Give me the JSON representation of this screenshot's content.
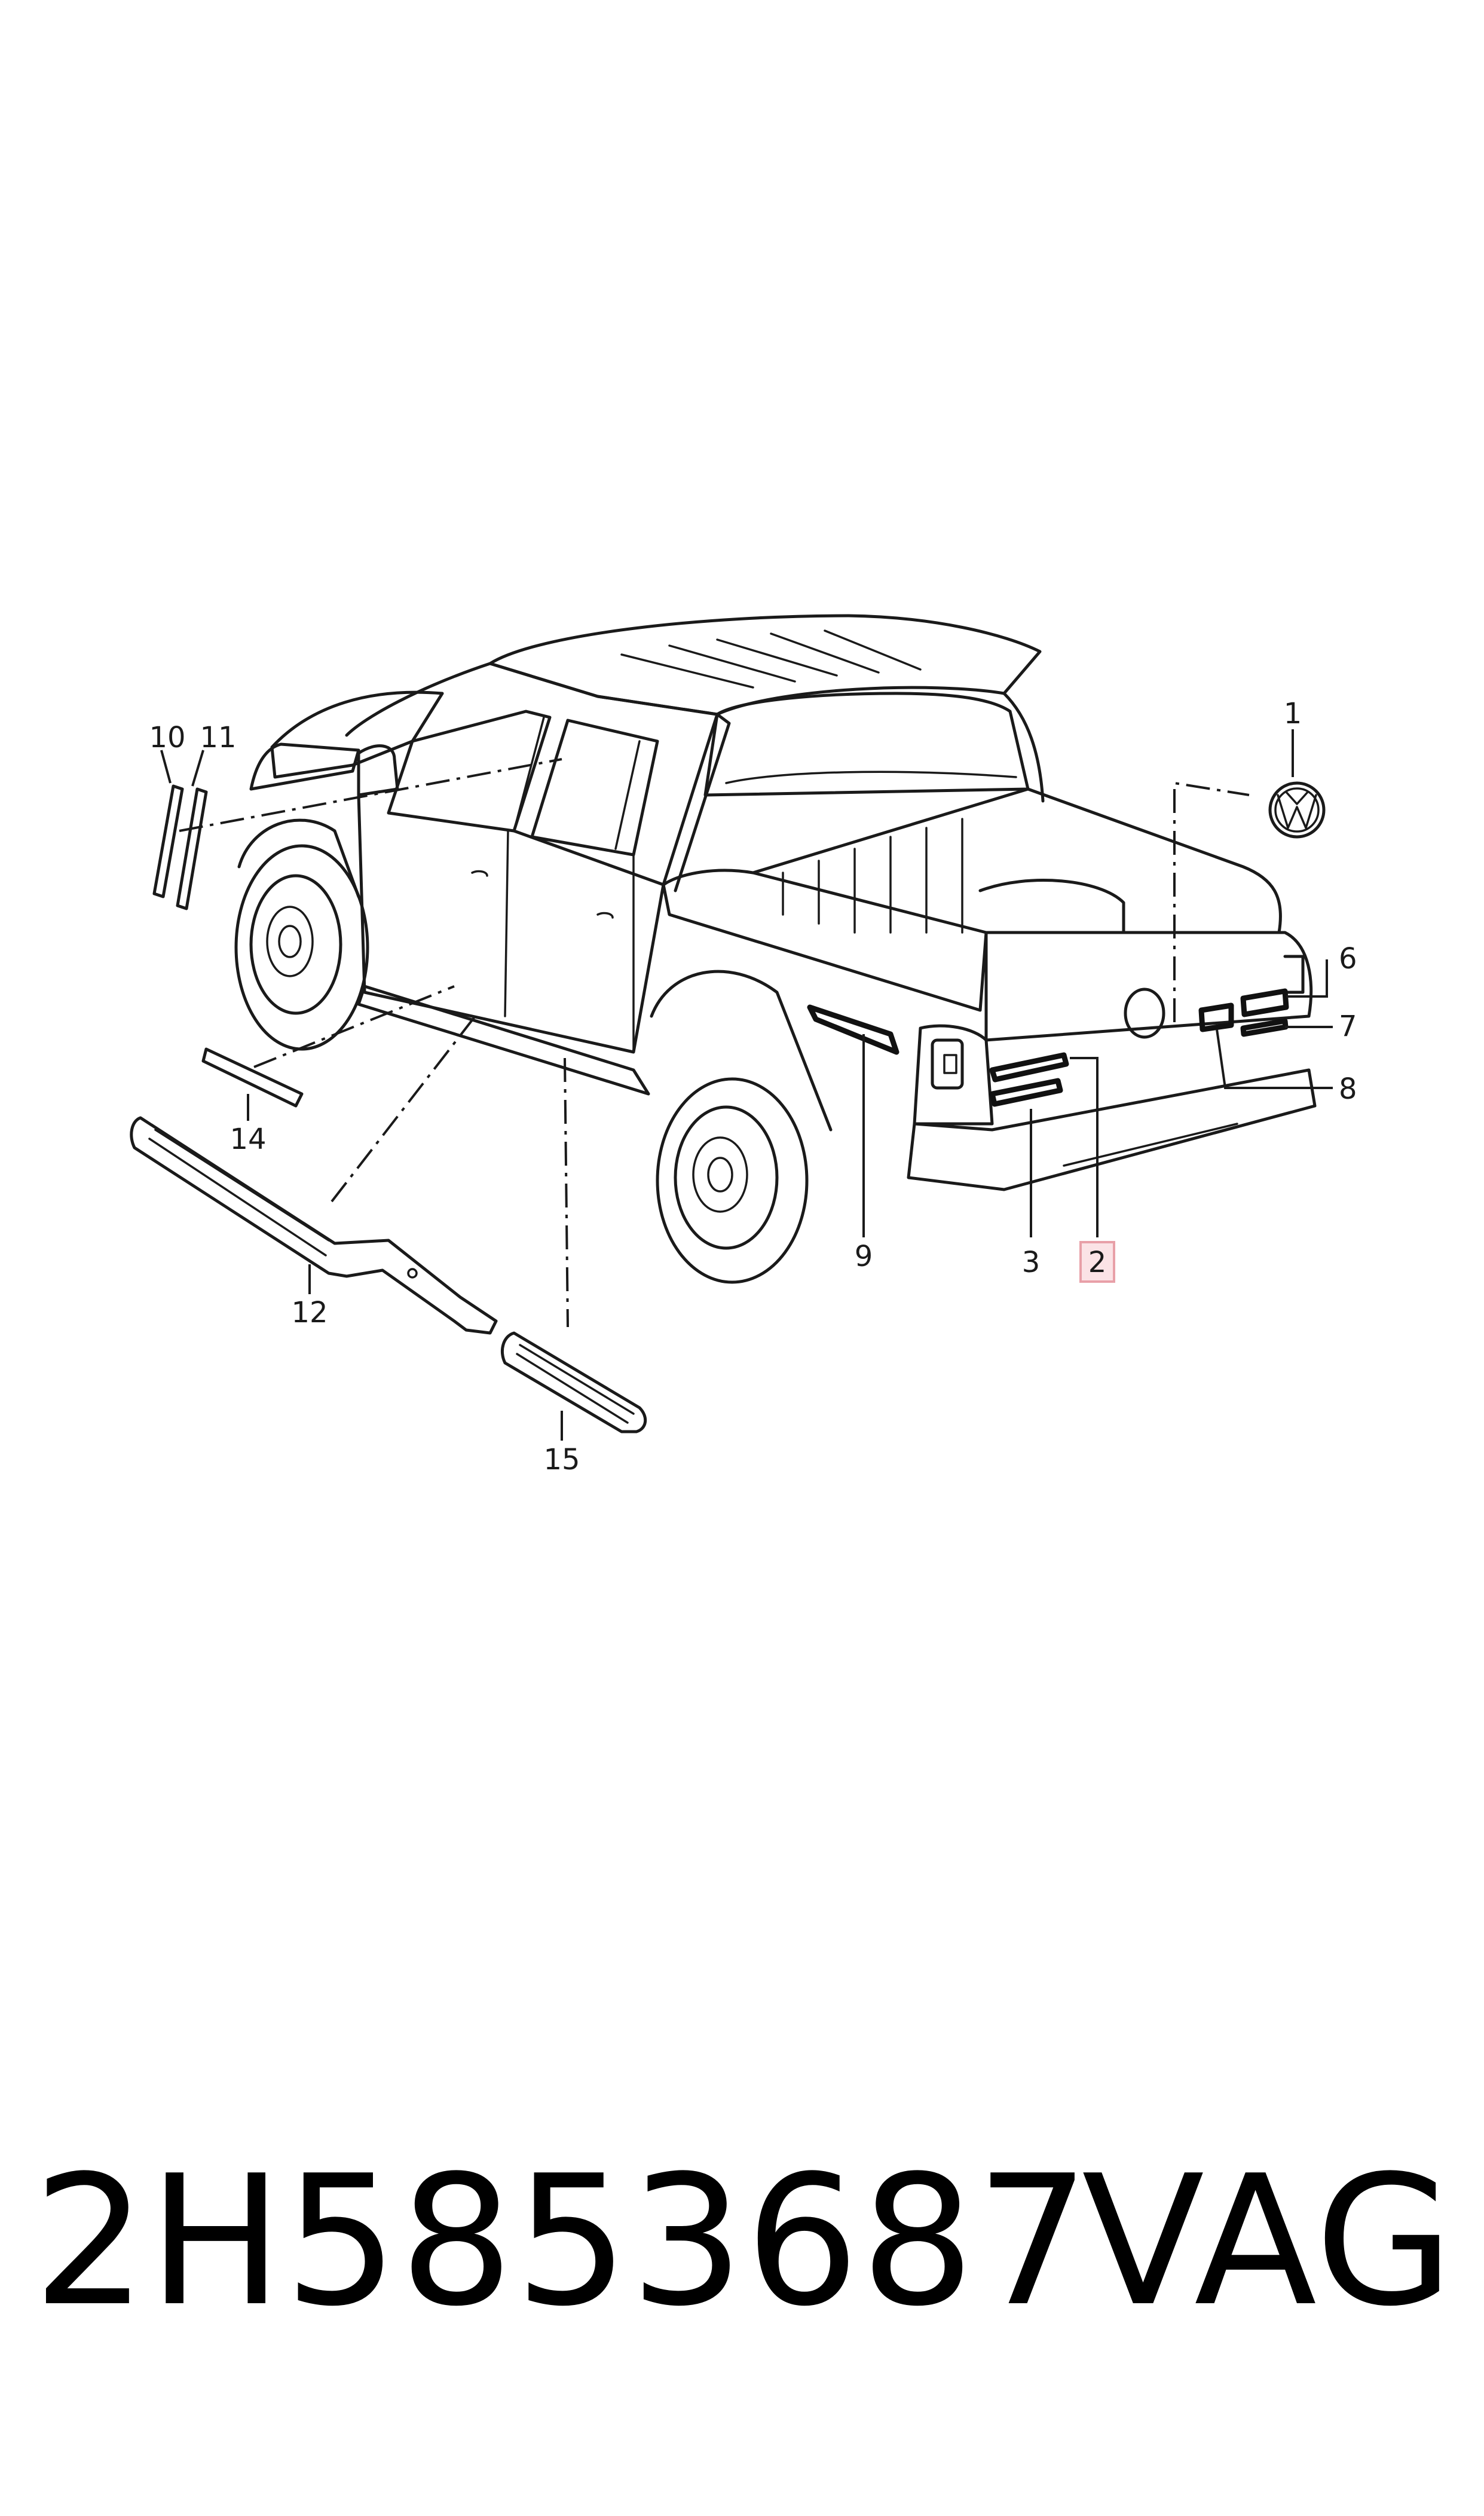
{
  "diagram": {
    "callouts": [
      {
        "id": "1",
        "label": "1"
      },
      {
        "id": "2",
        "label": "2",
        "highlighted": true
      },
      {
        "id": "3",
        "label": "3"
      },
      {
        "id": "6",
        "label": "6"
      },
      {
        "id": "7",
        "label": "7"
      },
      {
        "id": "8",
        "label": "8"
      },
      {
        "id": "9",
        "label": "9"
      },
      {
        "id": "10",
        "label": "10"
      },
      {
        "id": "11",
        "label": "11"
      },
      {
        "id": "12",
        "label": "12"
      },
      {
        "id": "14",
        "label": "14"
      },
      {
        "id": "15",
        "label": "15"
      }
    ],
    "highlight_color": "#e8a0a8",
    "highlight_fill": "#fbe3e6"
  },
  "footer": {
    "part_number": "2H5853687",
    "brand": "VAG"
  }
}
